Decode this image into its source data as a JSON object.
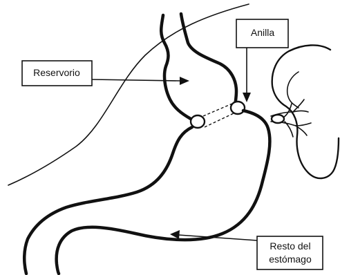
{
  "labels": {
    "reservorio": "Reservorio",
    "anilla": "Anilla",
    "resto_line1": "Resto del",
    "resto_line2": "estómago"
  },
  "colors": {
    "line": "#111111",
    "background": "#ffffff"
  }
}
